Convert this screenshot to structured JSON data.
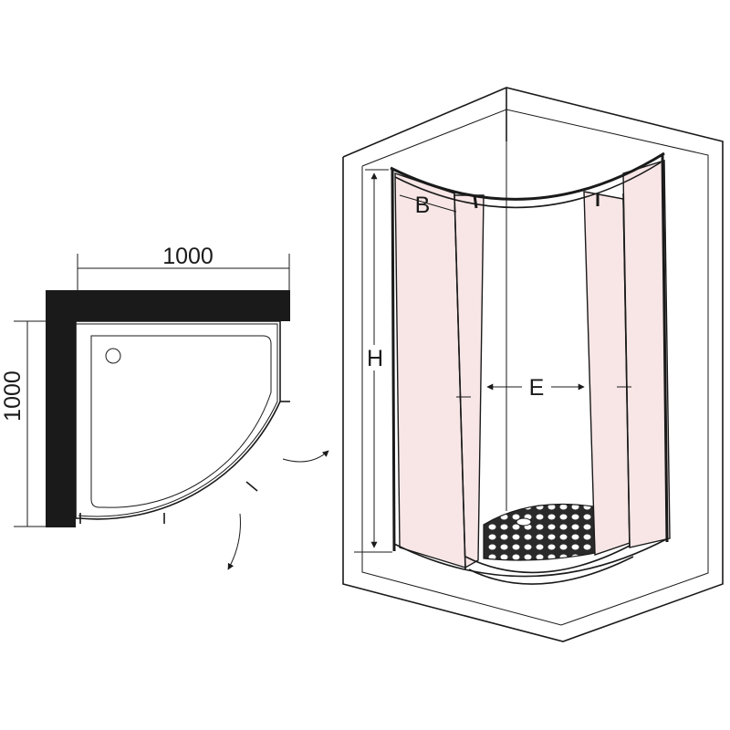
{
  "plan": {
    "width_label": "1000",
    "depth_label": "1000"
  },
  "cabin": {
    "label_b": "B",
    "label_h": "H",
    "label_e": "E"
  },
  "colors": {
    "glass": "#f8e6e6",
    "wall": "#1a1a1a",
    "line": "#1a1a1a",
    "background": "#ffffff"
  }
}
